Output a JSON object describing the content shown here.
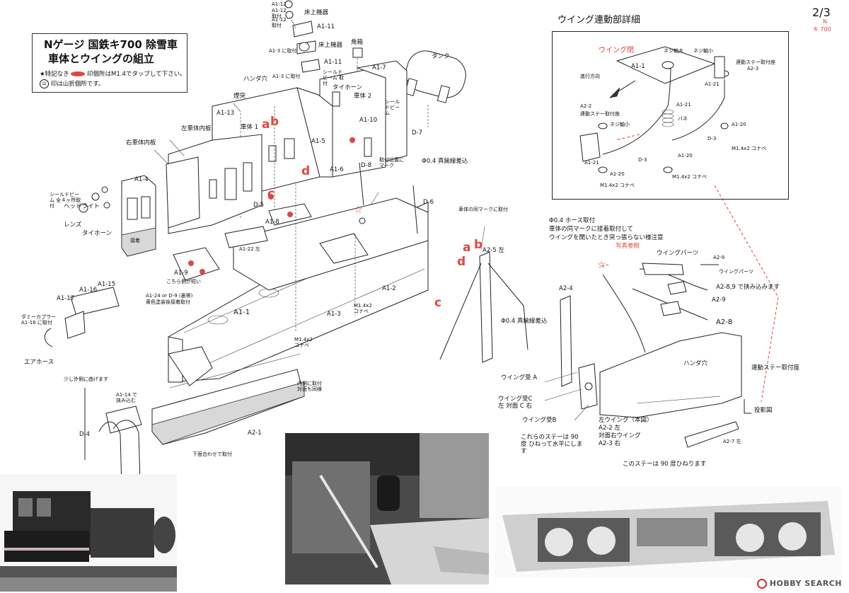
{
  "page": {
    "number": "2/3",
    "scale_mark": "N",
    "model": "キ 700"
  },
  "title_box": {
    "line1": "Nゲージ 国鉄キ700 除雪車",
    "line2": "車体とウイングの組立",
    "note1_prefix": "★特記なき",
    "note1_suffix": "印個所はM1.4でタップして下さい。",
    "note2_mark": "山",
    "note2_suffix": "印は山折個所です。"
  },
  "detail": {
    "title": "ウイング連動部詳細",
    "labels": {
      "wing_closed": "ウイング閉",
      "a1_1": "A1-1",
      "screw_large": "ネジ軸大",
      "screw_small_top": "ネジ軸小",
      "stay_seat_a23": "連動ステー取付座",
      "a23": "A2-3",
      "direction": "進行方向",
      "a121_top": "A1-21",
      "a121_mid": "A1-21",
      "spring": "バネ",
      "a22": "A2-2",
      "stay_seat_a22": "連動ステー取付座",
      "screw_small_left": "ネジ軸小",
      "d3_a": "D-3",
      "d3_b": "D-3",
      "a120_a": "A1-20",
      "a120_b": "A1-20",
      "a120_c": "A1-20",
      "a121_left": "A1-21",
      "m14_a": "M1.4x2 コナベ",
      "m14_b": "M1.4x2 コナベ",
      "m14_c": "M1.4x2 コナベ"
    }
  },
  "body_labels": {
    "a112_top": "A1-12",
    "a112_mount1": "A1-12 取付",
    "a112_mount2": "A1-12 取付",
    "floor_equip1": "床上機器",
    "a111_a": "A1-11",
    "a13_mount_a": "A1-3 に取付",
    "floor_equip2": "床上機器",
    "a111_b": "A1-11",
    "a13_mount_b": "A1-3 に取付",
    "solder_hole": "ハンダ穴",
    "sealed_beam_mount": "シールドビーム 取付",
    "horn_box": "角箱",
    "a17": "A1-7",
    "tank": "タンク",
    "typhon_top": "タイホーン",
    "body2": "車体 2",
    "sealed_beam_r": "シールドビーム",
    "chimney": "煙突",
    "a113": "A1-13",
    "inner_left": "左車体内板",
    "body1": "車体 1",
    "a110": "A1-10",
    "d7": "D-7",
    "inner_right": "右車体内板",
    "a15": "A1-5",
    "a16": "A1-6",
    "d8": "D-8",
    "mount_pos": "取付位置に マーク",
    "wire_a": "Φ0.4 真鍮線差込",
    "a14": "A1-4",
    "d5": "D-5",
    "d6": "D-6",
    "sealed_beam_left": "シールドビーム 全４ヶ所取付",
    "headlight": "ヘッドライト",
    "a18": "A1-8",
    "lens": "レンズ",
    "typhon_left": "タイホーン",
    "a122": "A1-22 左",
    "back_plate": "接着",
    "a19": "A1-9",
    "short_side": "こちら側が短い",
    "a124": "A1-24 or D-9 (裏帯)",
    "a124_note": "黄色塗装後接着取付",
    "a11": "A1-1",
    "a12": "A1-2",
    "a13": "A1-3",
    "m14_body": "M1.4x2 コナベ",
    "m14_body2": "M1.4x2 コナベ",
    "a117": "A1-17",
    "a116": "A1-16",
    "a115": "A1-15",
    "dummy_coupler": "ダミーカプラー A1-16 に取付",
    "air_hose": "エアホース",
    "bend_outside": "少し外側に曲げます",
    "a114": "A1-14 で 挟み込む",
    "d4": "D-4",
    "inner_mount": "内側に取付 対面も同様",
    "a21": "A2-1",
    "bottom_align": "下面合わせで取付"
  },
  "wing_labels": {
    "same_mark": "車体の同マークに取付",
    "a25": "A2-5 左",
    "hose_note1": "Φ0.4 ホース取付",
    "hose_note2": "車体の同マークに接着取付して",
    "hose_note3": "ウイングを開いたとき突っ張らない様注意",
    "photo_ref": "写真参照",
    "wing_parts": "ウイングパーツ",
    "a29_small": "A2-9",
    "wing_parts_small": "ウイングパーツ",
    "a24": "A2-4",
    "clamp": "A2-8,9 で挟み込みます",
    "a29": "A2-9",
    "a28": "A2-8",
    "wire_b": "Φ0.4 真鍮線差込",
    "solder_hole2": "ハンダ穴",
    "stay_seat": "連動ステー取付座",
    "wing_a": "ウイング受 A",
    "wing_c": "ウイング受C左 対面 C 右",
    "wing_b": "ウイング受B",
    "stay_twist": "これらのステーは 90 度 ひねって水平にします",
    "left_wing": "左ウイング（本図）",
    "left_wing2": "A2-2 左",
    "right_wing": "対面右ウイング",
    "right_wing2": "A2-3 右",
    "projection": "投影図",
    "a27": "A2-7 左",
    "stay_90": "このステーは 90 度ひねります"
  },
  "marks": {
    "a": "a",
    "b": "b",
    "c": "c",
    "d": "d"
  },
  "watermark": "HOBBY SEARCH",
  "colors": {
    "accent_red": "#e0463f"
  }
}
